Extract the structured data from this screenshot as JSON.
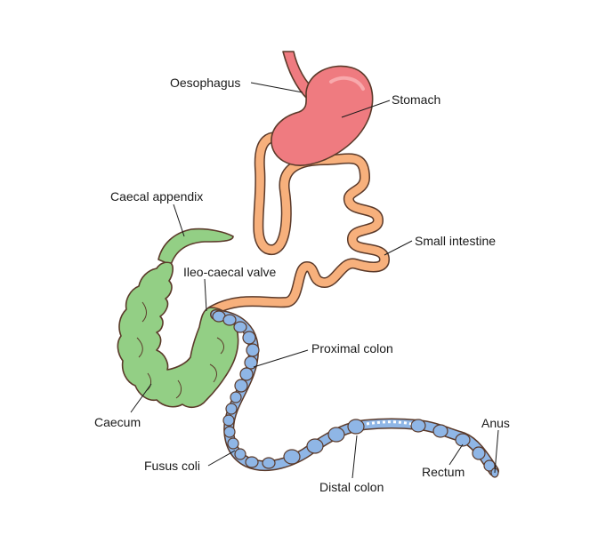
{
  "labels": {
    "oesophagus": "Oesophagus",
    "stomach": "Stomach",
    "caecal_appendix": "Caecal appendix",
    "small_intestine": "Small intestine",
    "ileo_caecal_valve": "Ileo-caecal valve",
    "proximal_colon": "Proximal colon",
    "caecum": "Caecum",
    "anus": "Anus",
    "fusus_coli": "Fusus coli",
    "rectum": "Rectum",
    "distal_colon": "Distal colon"
  },
  "colors": {
    "stomach": "#ef7b80",
    "small_intestine": "#f7b07c",
    "caecum": "#93cf85",
    "colon": "#8fb6e6",
    "outline": "#5b3a2a"
  }
}
